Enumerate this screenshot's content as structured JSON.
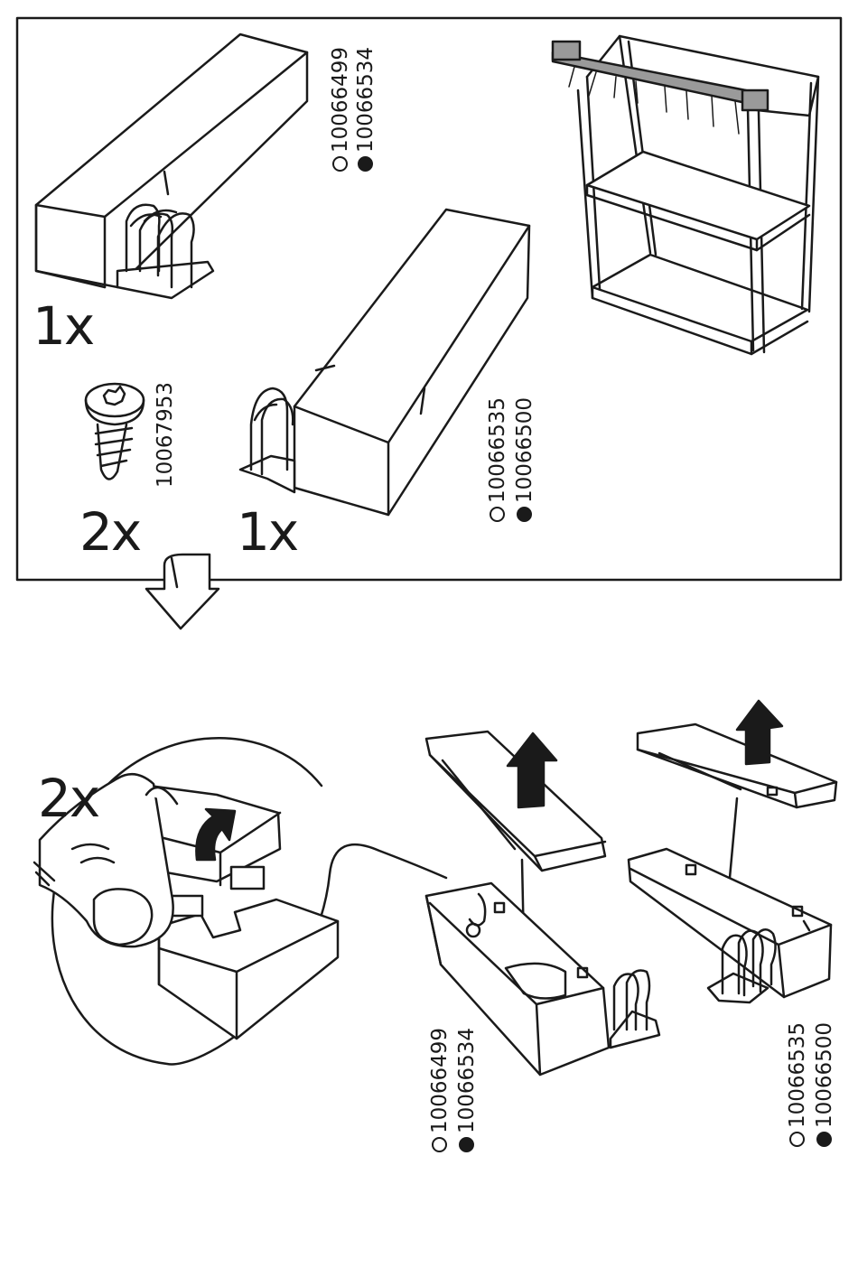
{
  "parts_panel": {
    "left_cover": {
      "qty": "1x",
      "codes": [
        "10066499",
        "10066534"
      ]
    },
    "screw": {
      "qty": "2x",
      "code": "10067953"
    },
    "right_cover": {
      "qty": "1x",
      "codes": [
        "10066535",
        "10066500"
      ]
    }
  },
  "step": {
    "detail_qty": "2x",
    "left_assembly": {
      "codes": [
        "10066499",
        "10066534"
      ]
    },
    "right_assembly": {
      "codes": [
        "10066535",
        "10066500"
      ]
    }
  },
  "icons": [
    "arrow-down-icon",
    "arrow-up-icon",
    "curved-arrow-icon",
    "screw-icon",
    "shelf-icon",
    "finger-icon"
  ],
  "colors": {
    "ink": "#1a1a1a",
    "paper": "#ffffff",
    "accent_gray": "#9a9a9a"
  }
}
